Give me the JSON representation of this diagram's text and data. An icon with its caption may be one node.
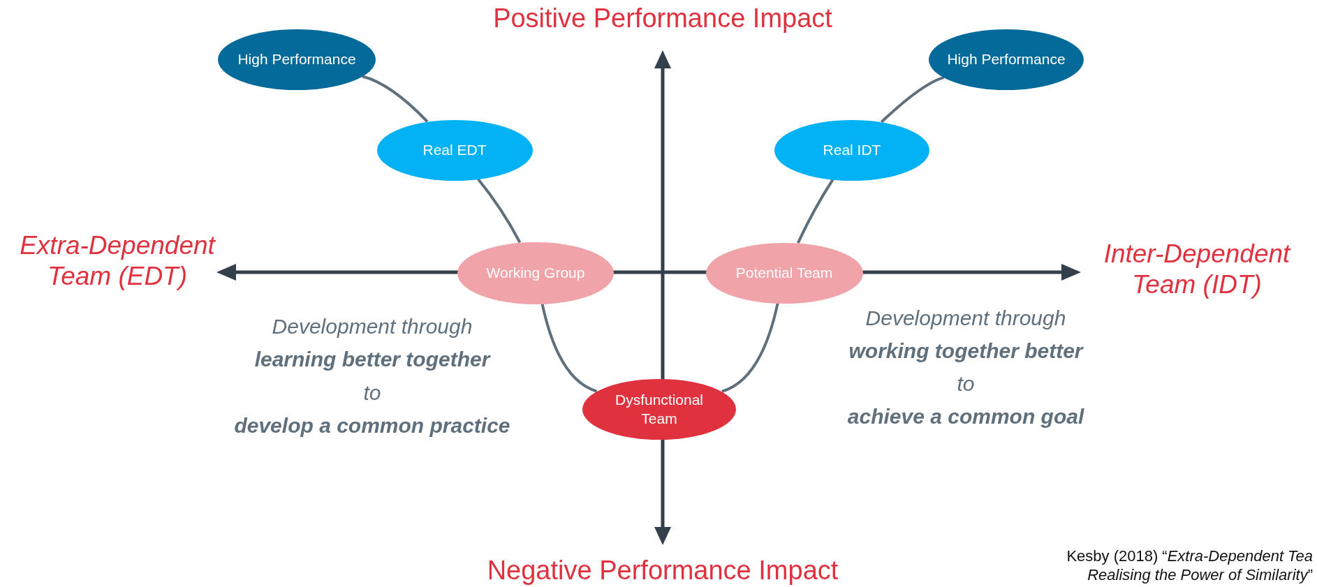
{
  "diagram": {
    "nodes": [
      {
        "text": [
          "High Performance"
        ]
      },
      {
        "text": [
          "Real EDT"
        ]
      },
      {
        "text": [
          "Working Group"
        ]
      },
      {
        "text": [
          "Dysfunctional Team"
        ]
      },
      {
        "text": [
          "Potential Team"
        ]
      },
      {
        "text": [
          "Real IDT"
        ]
      },
      {
        "text": [
          "High Performance"
        ]
      }
    ],
    "edges": [
      {
        "from": 0,
        "to": 1,
        "arrow": "none"
      },
      {
        "from": 1,
        "to": 2,
        "arrow": "none"
      },
      {
        "from": 2,
        "to": 3,
        "arrow": "none"
      },
      {
        "from": 3,
        "to": 4,
        "arrow": "none"
      },
      {
        "from": 4,
        "to": 5,
        "arrow": "none"
      },
      {
        "from": 5,
        "to": 6,
        "arrow": "none"
      }
    ],
    "labels": [
      "Positive Performance Impact",
      "Extra-Dependent Team (EDT)",
      "Inter-Dependent Team (IDT)",
      "Development through",
      "learning better together",
      "to",
      "develop a common practice",
      "Development through",
      "working together better",
      "to",
      "achieve a common goal",
      "Negative Performance Impact",
      "Kesby (2018) “*Extra-Dependent Tea*",
      "*Realising the Power of Similarity*”"
    ]
  }
}
